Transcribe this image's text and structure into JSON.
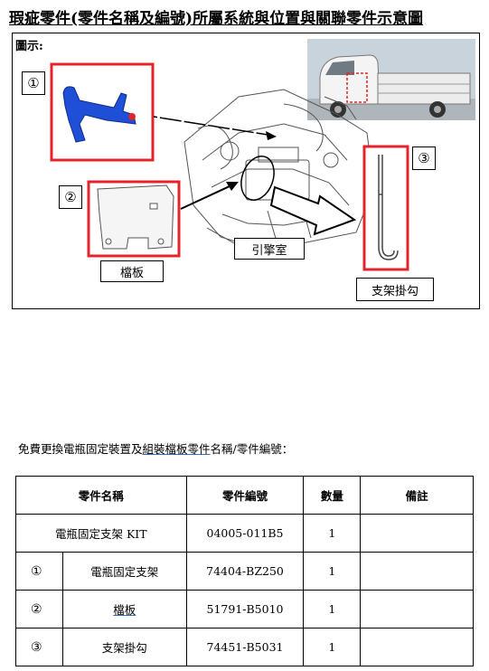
{
  "title": "瑕疵零件(零件名稱及編號)所屬系統與位置與關聯零件示意圖",
  "diagram": {
    "label": "圖示:",
    "markers": [
      "①",
      "②",
      "③"
    ],
    "captions": {
      "engine_room": "引擎室",
      "plate": "檔板",
      "hook": "支架掛勾"
    },
    "highlight_color": "#e3242b",
    "part_blue": "#1f4fd6"
  },
  "intro": {
    "prefix": "免費更換電瓶固定裝置及",
    "underlined": "組裝檔板零件",
    "suffix": "名稱/零件編號："
  },
  "table": {
    "headers": [
      "零件名稱",
      "零件編號",
      "數量",
      "備註"
    ],
    "kit_row": {
      "name": "電瓶固定支架 KIT",
      "part_no": "04005-011B5",
      "qty": "1",
      "note": ""
    },
    "rows": [
      {
        "marker": "①",
        "name": "電瓶固定支架",
        "part_no": "74404-BZ250",
        "qty": "1",
        "note": ""
      },
      {
        "marker": "②",
        "name": "檔板",
        "part_no": "51791-B5010",
        "qty": "1",
        "note": ""
      },
      {
        "marker": "③",
        "name": "支架掛勾",
        "part_no": "74451-B5031",
        "qty": "1",
        "note": ""
      }
    ]
  }
}
